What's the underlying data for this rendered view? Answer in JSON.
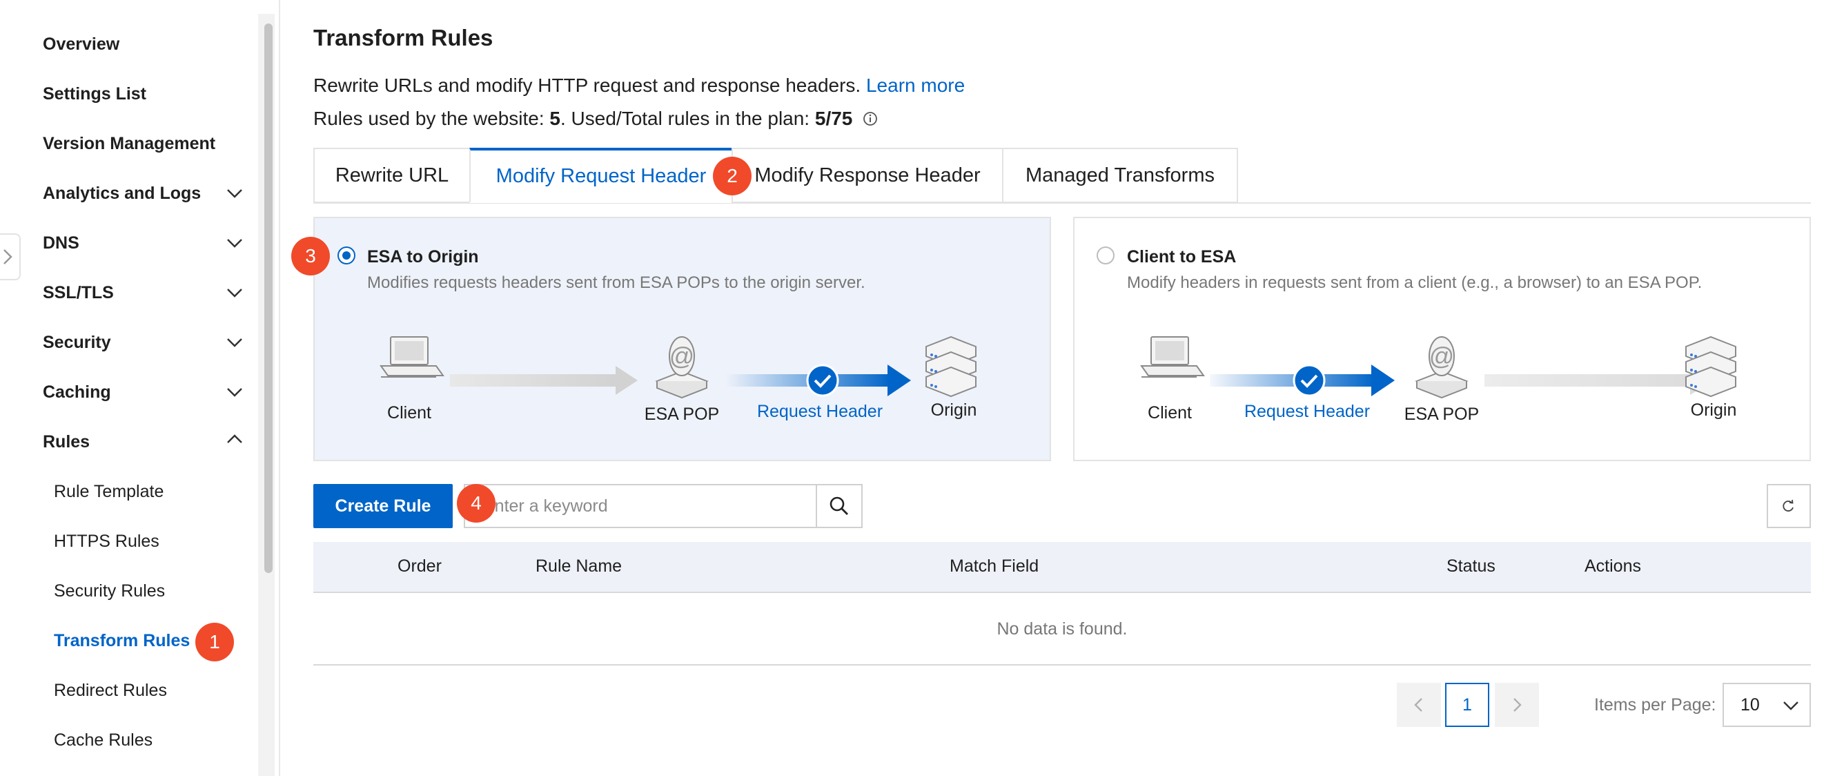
{
  "sidebar": {
    "items": [
      {
        "label": "Overview"
      },
      {
        "label": "Settings List"
      },
      {
        "label": "Version Management"
      },
      {
        "label": "Analytics and Logs"
      },
      {
        "label": "DNS"
      },
      {
        "label": "SSL/TLS"
      },
      {
        "label": "Security"
      },
      {
        "label": "Caching"
      },
      {
        "label": "Rules"
      }
    ],
    "sub_items": [
      {
        "label": "Rule Template"
      },
      {
        "label": "HTTPS Rules"
      },
      {
        "label": "Security Rules"
      },
      {
        "label": "Transform Rules"
      },
      {
        "label": "Redirect Rules"
      },
      {
        "label": "Cache Rules"
      }
    ]
  },
  "page": {
    "title": "Transform Rules",
    "description": "Rewrite URLs and modify HTTP request and response headers.",
    "learn_more": "Learn more",
    "usage_prefix": "Rules used by the website: ",
    "usage_count": "5",
    "usage_mid": ". Used/Total rules in the plan: ",
    "usage_ratio": "5/75"
  },
  "tabs": [
    {
      "label": "Rewrite URL"
    },
    {
      "label": "Modify Request Header"
    },
    {
      "label": "Modify Response Header"
    },
    {
      "label": "Managed Transforms"
    }
  ],
  "cards": {
    "esa_to_origin": {
      "title": "ESA to Origin",
      "description": "Modifies requests headers sent from ESA POPs to the origin server.",
      "labels": {
        "client": "Client",
        "pop": "ESA POP",
        "header": "Request Header",
        "origin": "Origin"
      }
    },
    "client_to_esa": {
      "title": "Client to ESA",
      "description": "Modify headers in requests sent from a client (e.g., a browser) to an ESA POP.",
      "labels": {
        "client": "Client",
        "header": "Request Header",
        "pop": "ESA POP",
        "origin": "Origin"
      }
    }
  },
  "toolbar": {
    "create_label": "Create Rule",
    "search_placeholder": "Enter a keyword"
  },
  "table": {
    "columns": [
      "Order",
      "Rule Name",
      "Match Field",
      "Status",
      "Actions"
    ],
    "empty_text": "No data is found."
  },
  "pagination": {
    "current_page": "1",
    "items_per_page_label": "Items per Page:",
    "items_per_page_value": "10"
  },
  "badges": [
    "1",
    "2",
    "3",
    "4"
  ],
  "colors": {
    "accent": "#0064c8",
    "badge": "#f04a2a",
    "selected_card": "#eef2fa"
  }
}
